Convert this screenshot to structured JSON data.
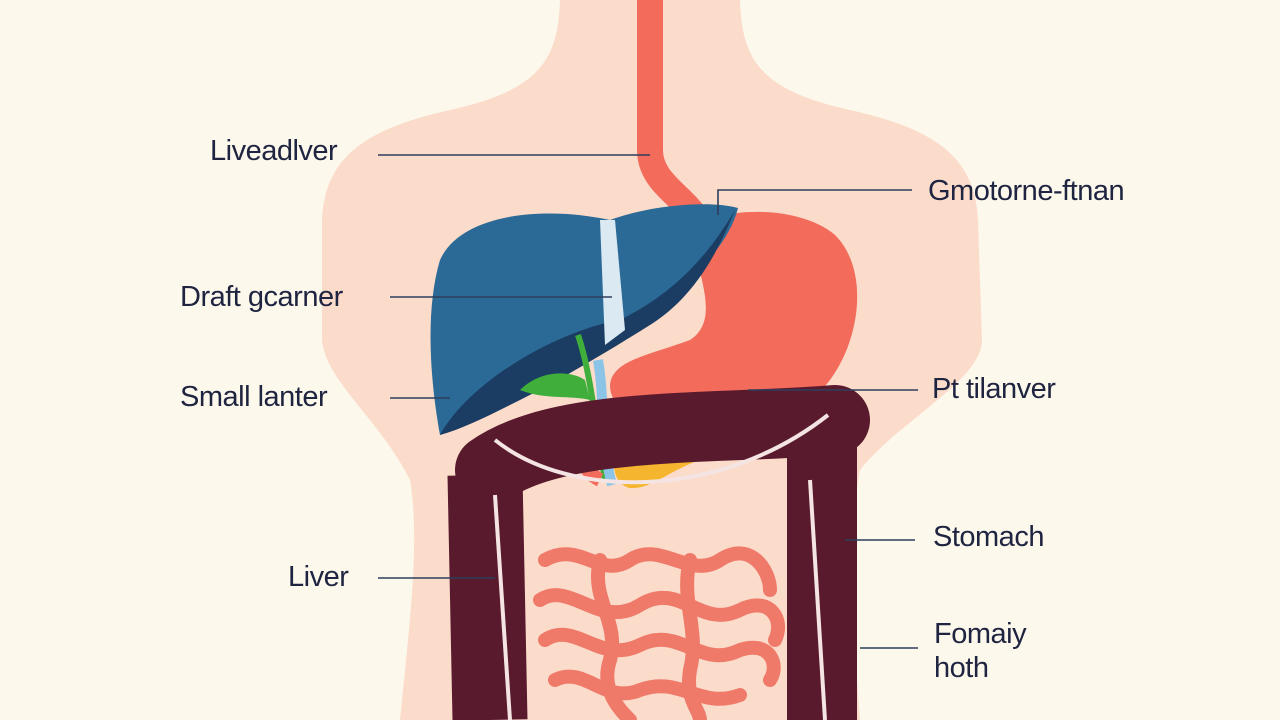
{
  "colors": {
    "background": "#fdf8ec",
    "body": "#fbdccb",
    "esophagus_stomach": "#f26b5b",
    "liver": "#2b6a96",
    "liver_shadow": "#1b3c63",
    "gallbladder": "#3fae3a",
    "pancreas": "#f5b52f",
    "large_intestine": "#5a1a2e",
    "small_intestine": "#f07a6a",
    "label_text": "#1f2440",
    "leader_line": "#2c3e5c"
  },
  "labels": {
    "top_left": "Liveadlver",
    "mid_left": "Draft gcarner",
    "lower_left": "Small lanter",
    "bottom_left": "Liver",
    "top_right": "Gmotorne-ftnan",
    "mid_right": "Pt tilanver",
    "lower_right": "Stomach",
    "bottom_right_line1": "Fomaiy",
    "bottom_right_line2": "hoth"
  }
}
